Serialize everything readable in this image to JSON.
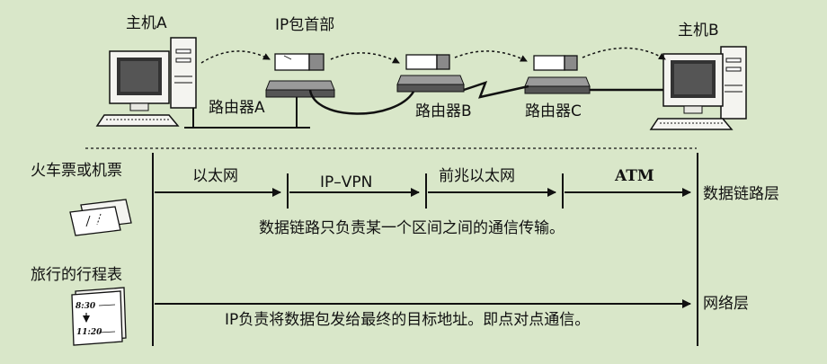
{
  "network": {
    "host_a": "主机A",
    "host_b": "主机B",
    "ip_header": "IP包首部",
    "router_a": "路由器A",
    "router_b": "路由器B",
    "router_c": "路由器C"
  },
  "datalink": {
    "analogy": "火车票或机票",
    "segments": [
      "以太网",
      "IP–VPN",
      "前兆以太网",
      "ATM"
    ],
    "layer": "数据链路层",
    "description": "数据链路只负责某一个区间之间的通信传输。"
  },
  "ip": {
    "analogy": "旅行的行程表",
    "layer": "网络层",
    "description": "IP负责将数据包发给最终的目标地址。即点对点通信。",
    "itinerary_times": [
      "8:30",
      "11:20"
    ]
  },
  "colors": {
    "background": "#d9e7c9",
    "ink": "#111111"
  }
}
